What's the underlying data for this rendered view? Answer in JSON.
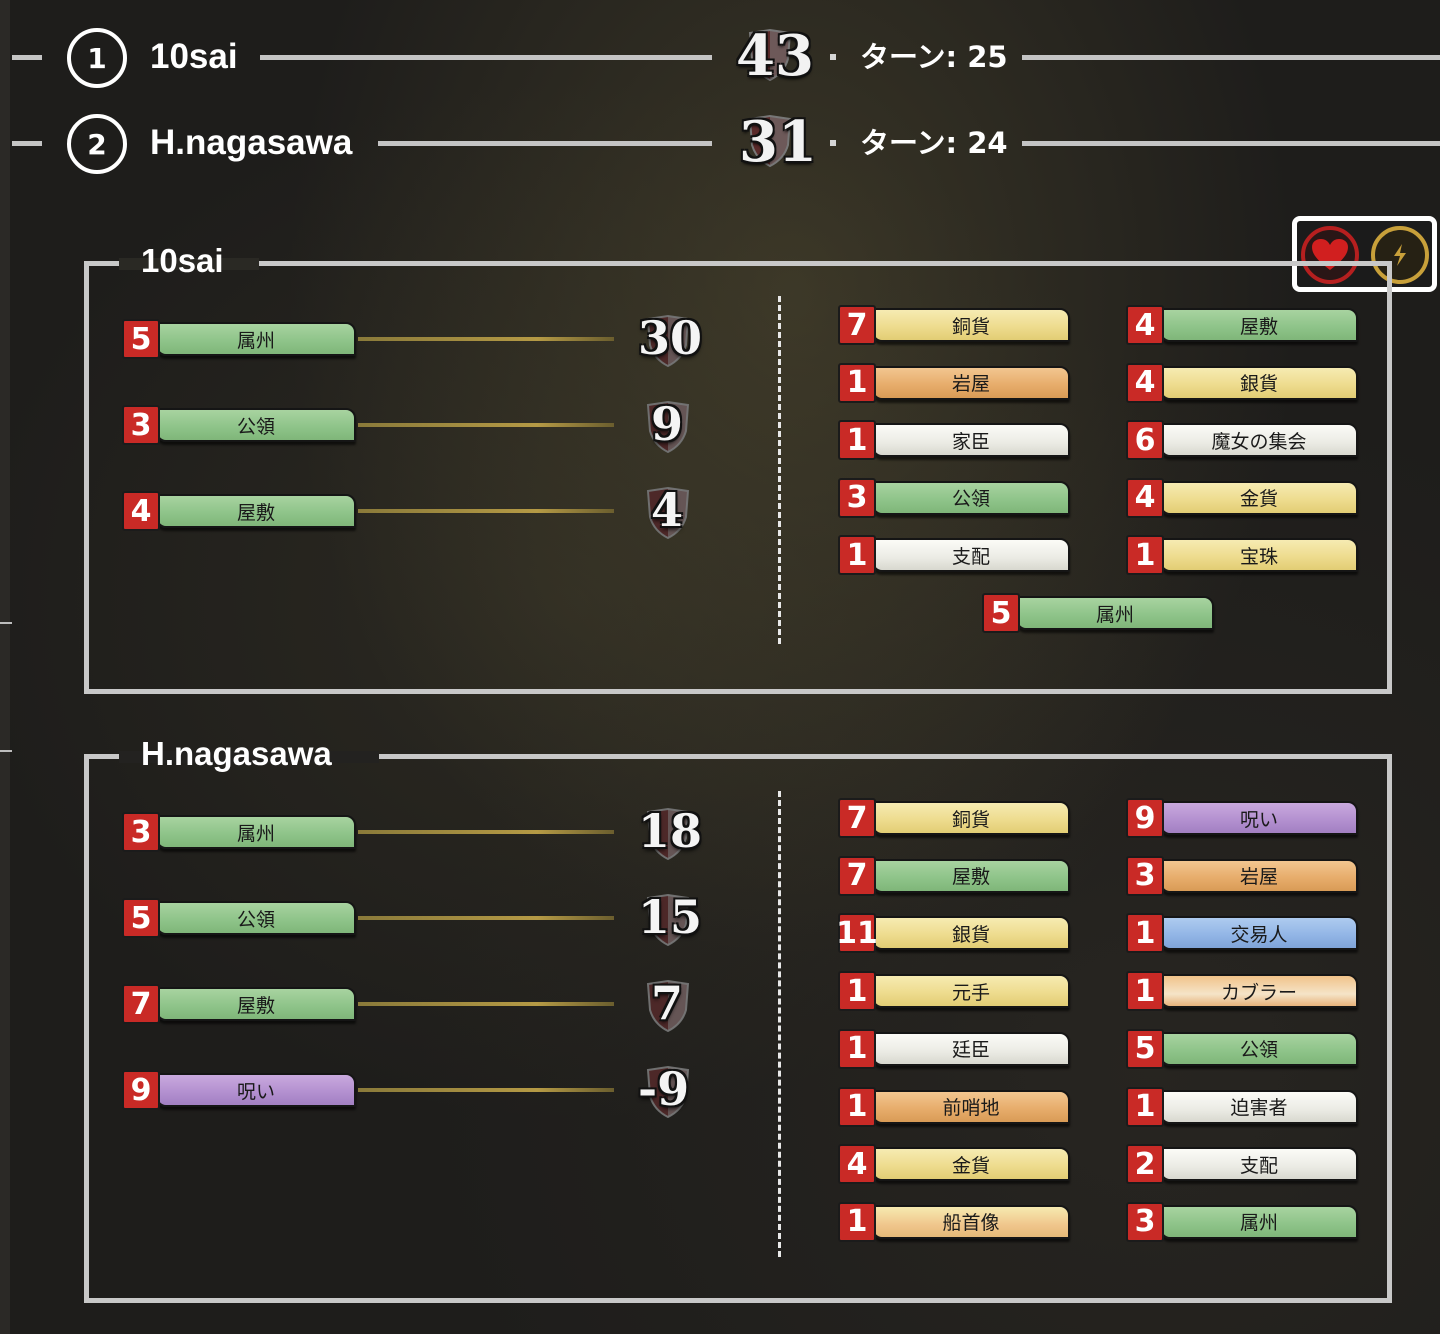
{
  "standings": [
    {
      "rank": "1",
      "name": "10sai",
      "score": "43",
      "turn": "ターン: 25"
    },
    {
      "rank": "2",
      "name": "H.nagasawa",
      "score": "31",
      "turn": "ターン: 24"
    }
  ],
  "players": [
    {
      "name": "10sai",
      "vp_cards": [
        {
          "count": "5",
          "card": "属州",
          "color": "green",
          "points": "30"
        },
        {
          "count": "3",
          "card": "公領",
          "color": "green",
          "points": "9"
        },
        {
          "count": "4",
          "card": "屋敷",
          "color": "green",
          "points": "4"
        }
      ],
      "deck": [
        {
          "count": "7",
          "card": "銅貨",
          "color": "yellow"
        },
        {
          "count": "4",
          "card": "屋敷",
          "color": "green"
        },
        {
          "count": "1",
          "card": "岩屋",
          "color": "orange"
        },
        {
          "count": "4",
          "card": "銀貨",
          "color": "yellow"
        },
        {
          "count": "1",
          "card": "家臣",
          "color": "white"
        },
        {
          "count": "6",
          "card": "魔女の集会",
          "color": "white"
        },
        {
          "count": "3",
          "card": "公領",
          "color": "green"
        },
        {
          "count": "4",
          "card": "金貨",
          "color": "yellow"
        },
        {
          "count": "1",
          "card": "支配",
          "color": "white"
        },
        {
          "count": "1",
          "card": "宝珠",
          "color": "yellow"
        },
        {
          "count": "5",
          "card": "属州",
          "color": "green"
        }
      ]
    },
    {
      "name": "H.nagasawa",
      "vp_cards": [
        {
          "count": "3",
          "card": "属州",
          "color": "green",
          "points": "18"
        },
        {
          "count": "5",
          "card": "公領",
          "color": "green",
          "points": "15"
        },
        {
          "count": "7",
          "card": "屋敷",
          "color": "green",
          "points": "7"
        },
        {
          "count": "9",
          "card": "呪い",
          "color": "purple",
          "points": "-9"
        }
      ],
      "deck": [
        {
          "count": "7",
          "card": "銅貨",
          "color": "yellow"
        },
        {
          "count": "9",
          "card": "呪い",
          "color": "purple"
        },
        {
          "count": "7",
          "card": "屋敷",
          "color": "green"
        },
        {
          "count": "3",
          "card": "岩屋",
          "color": "orange"
        },
        {
          "count": "11",
          "card": "銀貨",
          "color": "yellow"
        },
        {
          "count": "1",
          "card": "交易人",
          "color": "blue"
        },
        {
          "count": "1",
          "card": "元手",
          "color": "yellow"
        },
        {
          "count": "1",
          "card": "カブラー",
          "color": "orwhite"
        },
        {
          "count": "1",
          "card": "廷臣",
          "color": "white"
        },
        {
          "count": "5",
          "card": "公領",
          "color": "green"
        },
        {
          "count": "1",
          "card": "前哨地",
          "color": "orange"
        },
        {
          "count": "1",
          "card": "迫害者",
          "color": "white"
        },
        {
          "count": "4",
          "card": "金貨",
          "color": "yellow"
        },
        {
          "count": "2",
          "card": "支配",
          "color": "white"
        },
        {
          "count": "1",
          "card": "船首像",
          "color": "ylor"
        },
        {
          "count": "3",
          "card": "属州",
          "color": "green"
        }
      ]
    }
  ],
  "icons": {
    "heart": "heart-icon",
    "bolt": "lightning-bolt-icon"
  },
  "colors": {
    "badge_red": "#c92a26",
    "frame": "#c8c8c8",
    "heart_red": "#d11f1f",
    "bolt_gold": "#c8a03a"
  }
}
